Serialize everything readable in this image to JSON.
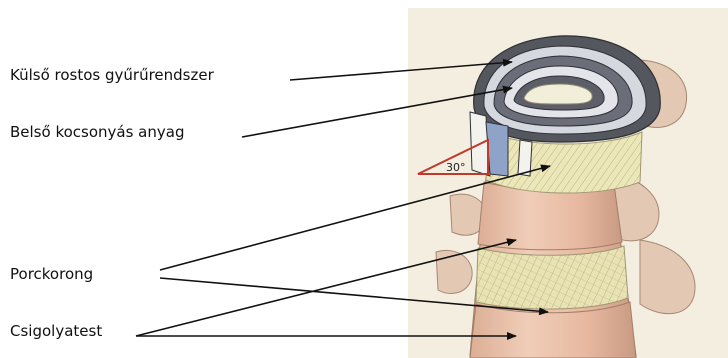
{
  "labels": {
    "outer_ring": "Külső rostos gyűrűrendszer",
    "inner_gel": "Belső kocsonyás anyag",
    "disc": "Porckorong",
    "vertebral_body": "Csigolyatest"
  },
  "angle_label": "30°",
  "colors": {
    "background": "#f3eedf",
    "bone": "#e6c0a8",
    "bone_shadow": "#c99a82",
    "disc": "#ece7b8",
    "lamella_dark": "#55575f",
    "lamella_light": "#d6d8df",
    "angle_red": "#c0392b",
    "arrow": "#111111"
  }
}
